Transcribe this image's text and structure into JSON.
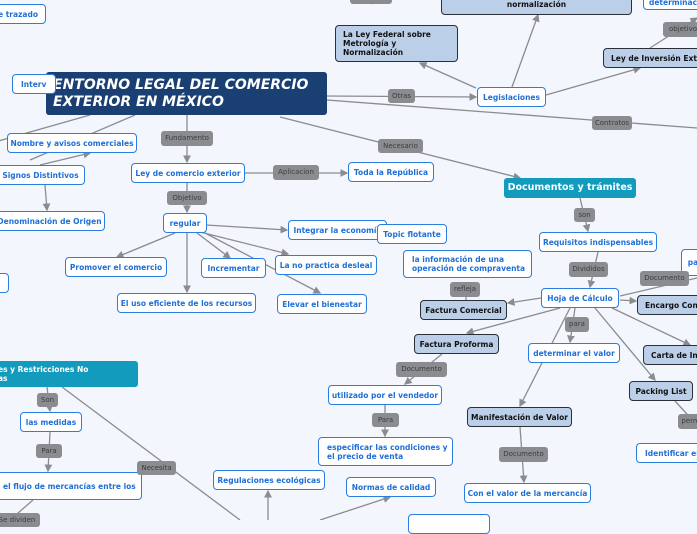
{
  "title": "ENTORNO LEGAL DEL COMERCIO EXTERIOR EN MÉXICO",
  "colors": {
    "title_bg": "#1a3f73",
    "topic_teal": "#129bbd",
    "node_border": "#2a7de1",
    "node_text": "#1f6fd6",
    "subtopic_bg": "#bccfe8",
    "label_bg": "#8a8c90",
    "background": "#f3f6fd"
  },
  "nodes": {
    "trazado": "e trazado",
    "interv": "Interv",
    "ley_metrologia": "La Ley Federal sobre\nMetrología y\nNormalización",
    "normalizacion": "normalización",
    "determinac": "determinac",
    "legislaciones": "Legislaciones",
    "ley_inversion": "Ley de  Inversión Extr",
    "ley_comercio": "Ley de comercio exterior",
    "toda_republica": "Toda la República",
    "documentos": "Documentos y trámites",
    "requisitos": "Requisitos indispensables",
    "pa": "pa",
    "nombre_avisos": "Nombre y avisos comerciales",
    "signos": "Signos Distintivos",
    "denominacion": "Denominación de Origen",
    "regular": "regular",
    "integrar": "Integrar la economía",
    "topic_flotante": "Topic flotante",
    "no_desleal": "La no practica desleal",
    "promover": "Promover el comercio",
    "incrementar": "Incrementar",
    "uso_eficiente": "El uso eficiente de los recursos",
    "elevar": "Elevar el bienestar",
    "left_small": "",
    "informacion": "la información de una\noperación de compraventa",
    "hoja": "Hoja de Cálculo",
    "factura_comercial": "Factura Comercial",
    "encargo": "Encargo Conf",
    "factura_proforma": "Factura Proforma",
    "determinar": "determinar el valor",
    "carta": "Carta de Ins",
    "packing": "Packing List",
    "utilizado": "utilizado por el vendedor",
    "manifestacion": "Manifestación de Valor",
    "especificar": "especificar las condiciones y\nel precio de venta",
    "identificar": "Identificar el",
    "normas": "Normas de calidad",
    "con_valor": "Con el valor de la mercancía",
    "regulaciones": "Regulaciones ecológicas",
    "bottom_box": "",
    "restricciones": "es y Restricciones No\nas",
    "medidas": "las medidas",
    "flujo": "el flujo de mercancías entre los"
  },
  "labels": {
    "otras": "Otras",
    "contratos": "Contratos",
    "necesario": "Necesario",
    "fundamento": "Fundamento",
    "aplicacion": "Aplicacion",
    "objetivo": "Objetivo",
    "objetivo2": "objetivo",
    "son": "son",
    "divididos": "Divididos",
    "documento1": "Documento",
    "refleja": "refleja",
    "para": "para",
    "documento2": "Documento",
    "para2": "Para",
    "perm": "perm",
    "documento3": "Documento",
    "son2": "Son",
    "para3": "Para",
    "necesita": "Necesita",
    "se_dividen": "Se dividen",
    "top_label": ""
  }
}
